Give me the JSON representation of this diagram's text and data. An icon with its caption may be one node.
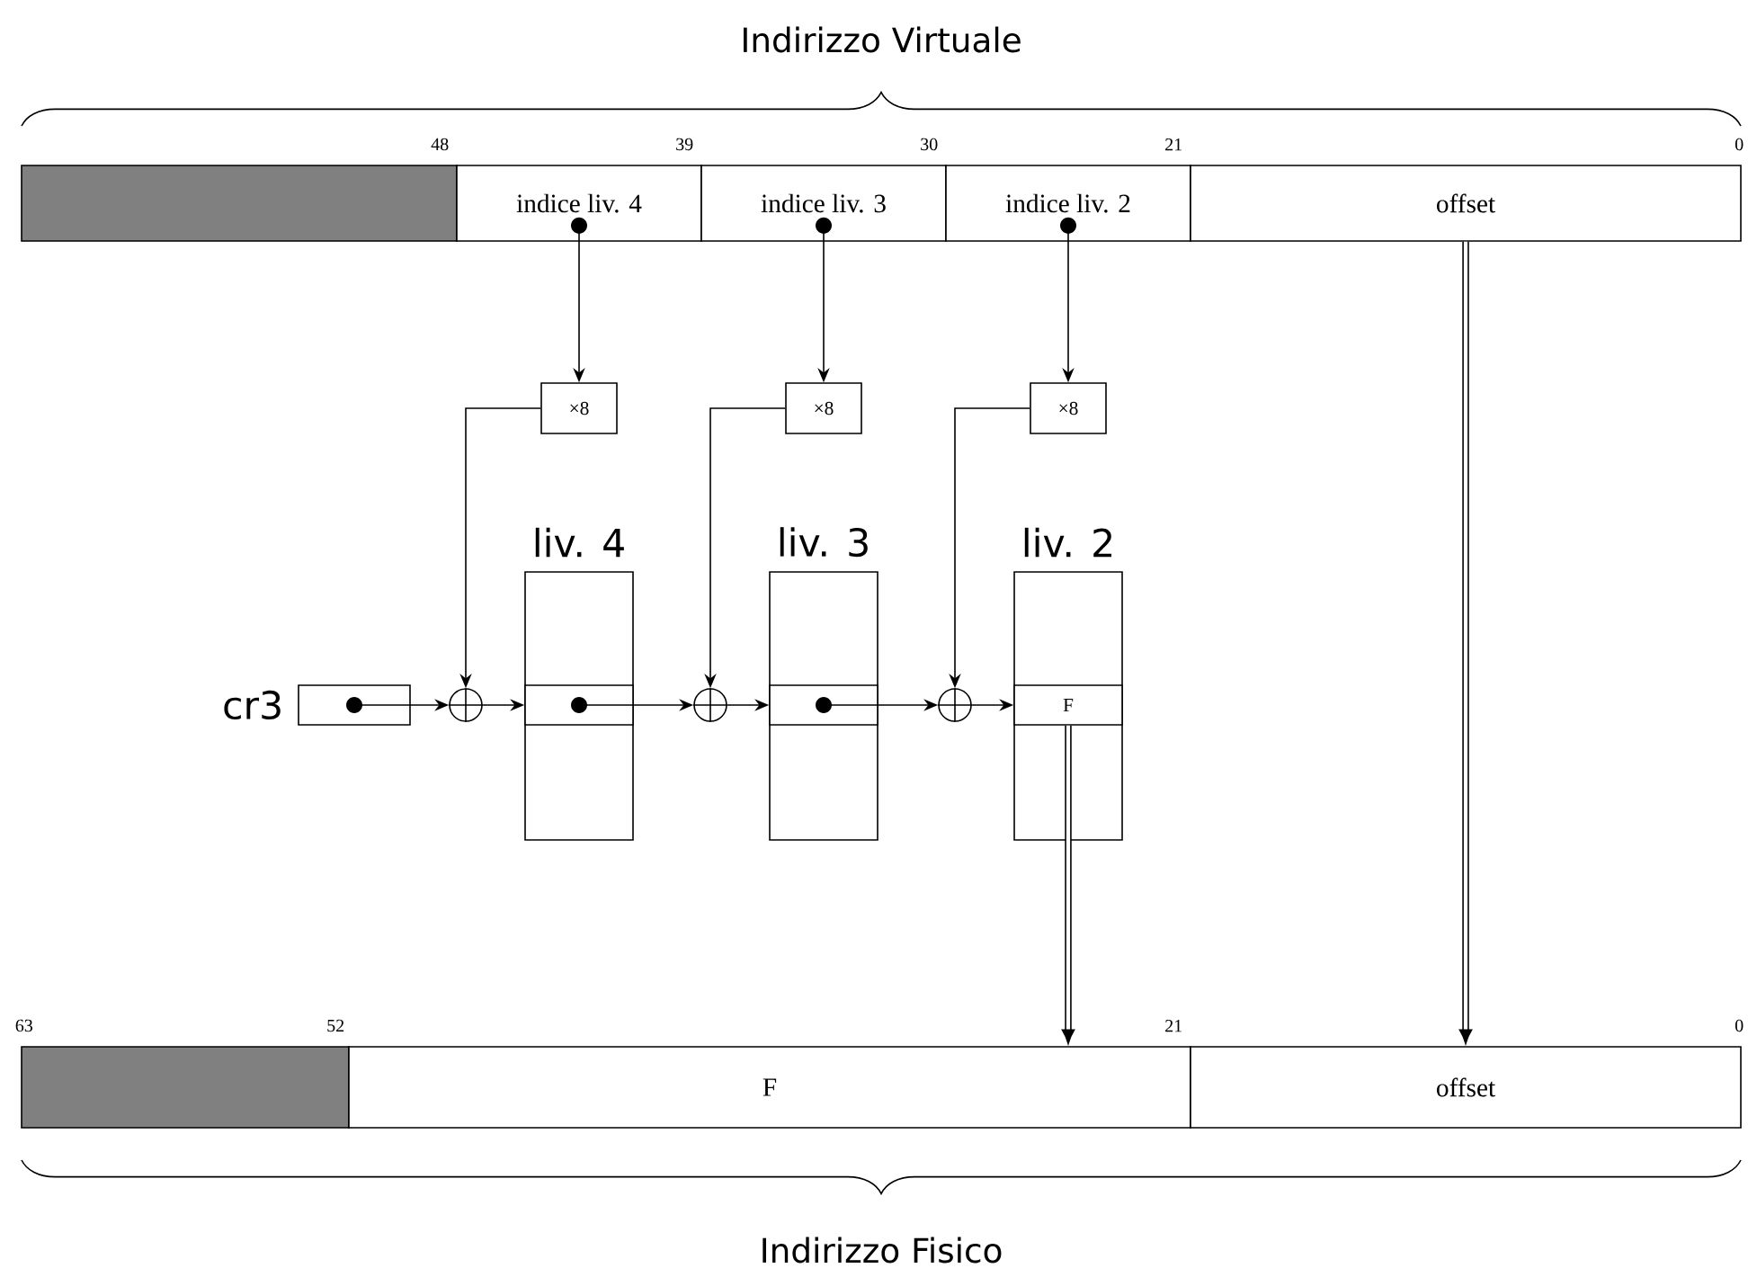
{
  "diagram": {
    "title": "Indirizzo Virtuale",
    "caption": "Indirizzo Fisico",
    "nodes": [
      {
        "text": [],
        "shape": "box"
      },
      {
        "text": [
          "indice liv. 4"
        ]
      },
      {
        "text": [
          "indice liv. 3"
        ]
      },
      {
        "text": [
          "indice liv. 2"
        ]
      },
      {
        "text": [
          "offset"
        ]
      },
      {
        "text": [
          "×8"
        ]
      },
      {
        "text": [
          "×8"
        ]
      },
      {
        "text": [
          "×8"
        ]
      },
      {
        "text": [],
        "shape": "box",
        "beside": [
          "cr3"
        ]
      },
      {
        "text": [],
        "shape": "circle"
      },
      {
        "text": [
          "liv. 4"
        ]
      },
      {
        "text": [],
        "shape": "box",
        "in": 10
      },
      {
        "text": [],
        "shape": "circle"
      },
      {
        "text": [
          "liv. 3"
        ]
      },
      {
        "text": [],
        "shape": "box",
        "in": 13
      },
      {
        "text": [],
        "shape": "circle"
      },
      {
        "text": [
          "liv. 2"
        ]
      },
      {
        "text": [
          "F"
        ],
        "in": 16
      },
      {
        "text": [],
        "shape": "box"
      },
      {
        "text": [
          "F"
        ]
      },
      {
        "text": [
          "offset"
        ]
      }
    ],
    "edges": [
      {
        "from": 1,
        "to": 5,
        "arrow": "to"
      },
      {
        "from": 2,
        "to": 6,
        "arrow": "to"
      },
      {
        "from": 3,
        "to": 7,
        "arrow": "to"
      },
      {
        "from": 5,
        "to": 9,
        "arrow": "to"
      },
      {
        "from": 6,
        "to": 12,
        "arrow": "to"
      },
      {
        "from": 7,
        "to": 15,
        "arrow": "to"
      },
      {
        "from": 8,
        "to": 9,
        "arrow": "to"
      },
      {
        "from": 9,
        "to": 11,
        "arrow": "to"
      },
      {
        "from": 11,
        "to": 12,
        "arrow": "to"
      },
      {
        "from": 12,
        "to": 14,
        "arrow": "to"
      },
      {
        "from": 14,
        "to": 15,
        "arrow": "to"
      },
      {
        "from": 15,
        "to": 17,
        "arrow": "to"
      },
      {
        "from": 17,
        "to": 19,
        "arrow": "to",
        "style": "thick"
      },
      {
        "from": 4,
        "to": 20,
        "arrow": "to",
        "style": "thick"
      }
    ],
    "labels": [
      "48",
      "39",
      "30",
      "21",
      "0",
      "63",
      "52",
      "21",
      "0"
    ]
  }
}
